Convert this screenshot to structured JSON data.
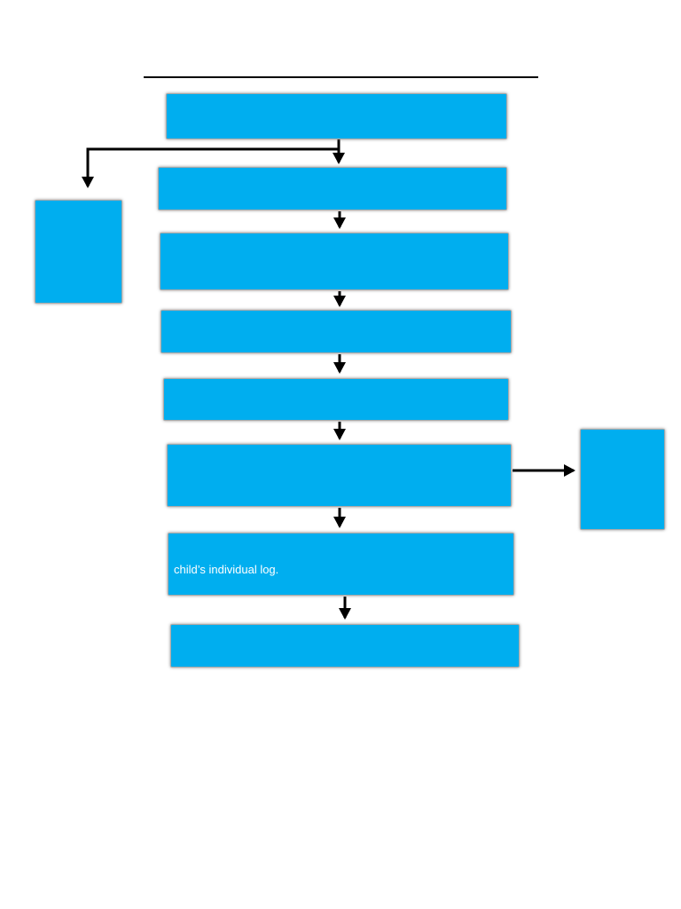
{
  "diagram": {
    "type": "flowchart",
    "colors": {
      "node_fill": "#00AEEF",
      "node_border": "#A9A9A9",
      "connector": "#000000",
      "node_text": "#FFFFFF",
      "top_rule": "#000000"
    },
    "nodes": [
      {
        "id": "step-1",
        "label": ""
      },
      {
        "id": "step-2",
        "label": ""
      },
      {
        "id": "step-3",
        "label": ""
      },
      {
        "id": "step-4",
        "label": ""
      },
      {
        "id": "step-5",
        "label": ""
      },
      {
        "id": "step-6",
        "label": ""
      },
      {
        "id": "step-7",
        "label": "child’s individual log."
      },
      {
        "id": "step-8",
        "label": ""
      },
      {
        "id": "side-left",
        "label": ""
      },
      {
        "id": "side-right",
        "label": ""
      }
    ]
  }
}
